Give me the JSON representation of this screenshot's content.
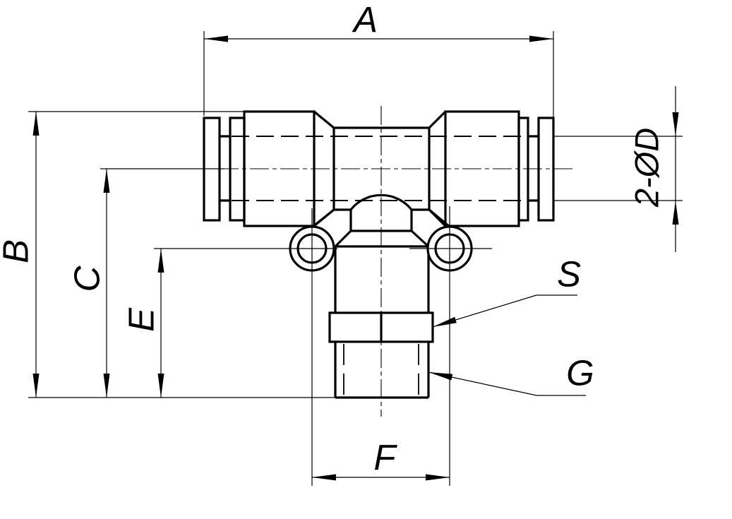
{
  "drawing": {
    "background_color": "#ffffff",
    "line_color": "#000000",
    "labels": {
      "a": "A",
      "b": "B",
      "c": "C",
      "e": "E",
      "f": "F",
      "d": "2-ØD",
      "s": "S",
      "g": "G"
    }
  }
}
